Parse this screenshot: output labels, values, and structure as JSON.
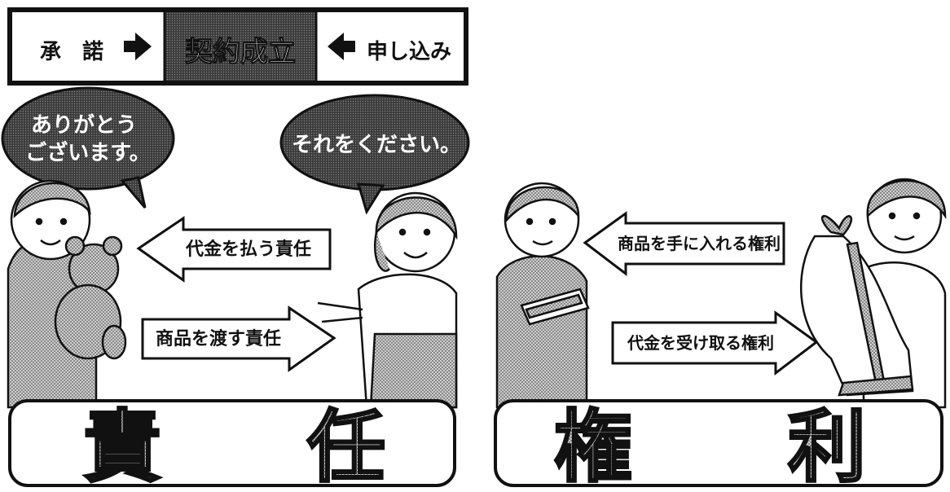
{
  "contract": {
    "acceptance": "承　諾",
    "formation": "契約成立",
    "offer": "申し込み"
  },
  "speech": {
    "clerk_line1": "ありがとう",
    "clerk_line2": "ございます。",
    "customer": "それをください。"
  },
  "left_panel": {
    "arrow_to_left": "代金を払う責任",
    "arrow_to_right": "商品を渡す責任",
    "banner_char1": "責",
    "banner_char2": "任"
  },
  "right_panel": {
    "arrow_to_left": "商品を手に入れる権利",
    "arrow_to_right": "代金を受け取る権利",
    "banner_char1": "権",
    "banner_char2": "利"
  }
}
